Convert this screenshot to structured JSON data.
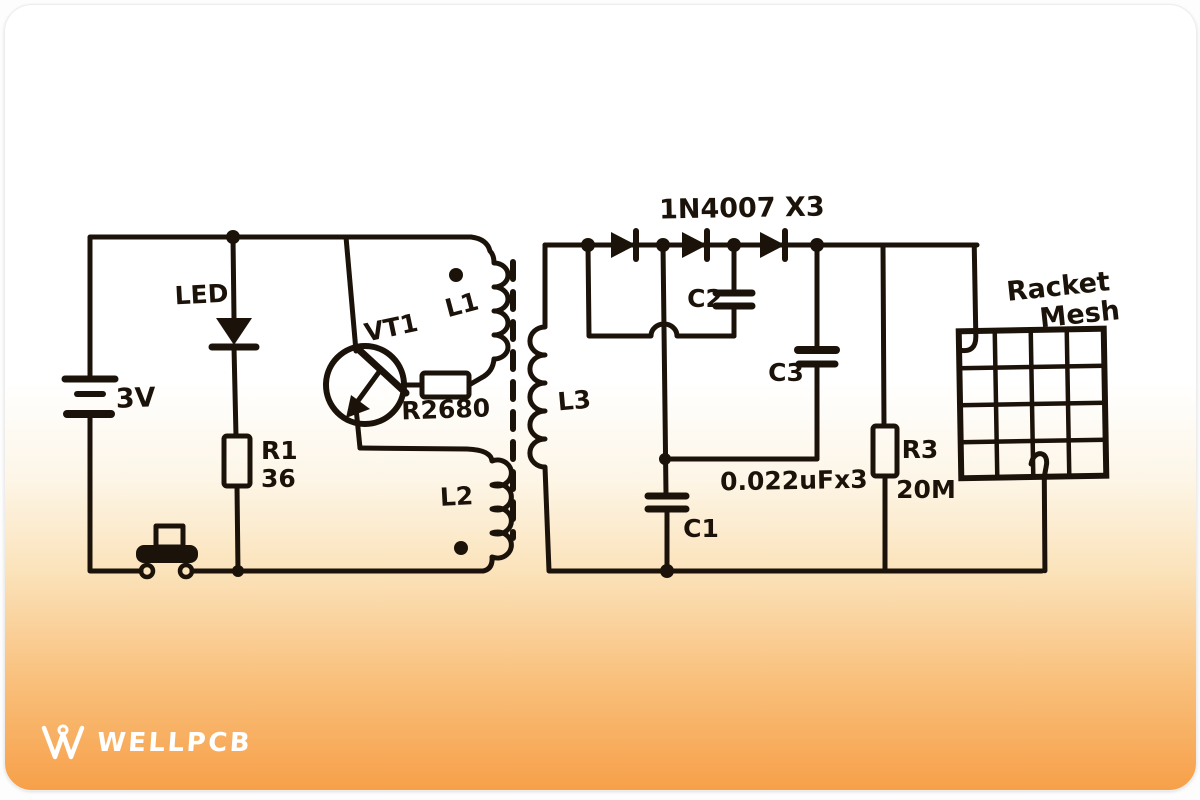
{
  "page": {
    "type": "hand-drawn circuit schematic",
    "ink_color": "#1b130a",
    "card_top_color": "#ffffff",
    "card_bottom_color": "#f7a049"
  },
  "schematic": {
    "components": {
      "battery": {
        "label": "3V"
      },
      "led": {
        "label": "LED"
      },
      "r1": {
        "name": "R1",
        "value": "36"
      },
      "transistor": {
        "label": "VT1"
      },
      "r2": {
        "label": "R2680"
      },
      "l1": {
        "label": "L1"
      },
      "l2": {
        "label": "L2"
      },
      "l3": {
        "label": "L3"
      },
      "rectifier_diodes": {
        "label": "1N4007 X3"
      },
      "c1": {
        "label": "C1"
      },
      "c2": {
        "label": "C2"
      },
      "c3": {
        "label": "C3"
      },
      "capacitor_value": {
        "label": "0.022uFx3"
      },
      "r3": {
        "name": "R3",
        "value": "20M"
      },
      "mesh": {
        "label_line1": "Racket",
        "label_line2": "Mesh"
      }
    }
  },
  "footer": {
    "brand": "WELLPCB",
    "brand_color": "#ffffff"
  }
}
